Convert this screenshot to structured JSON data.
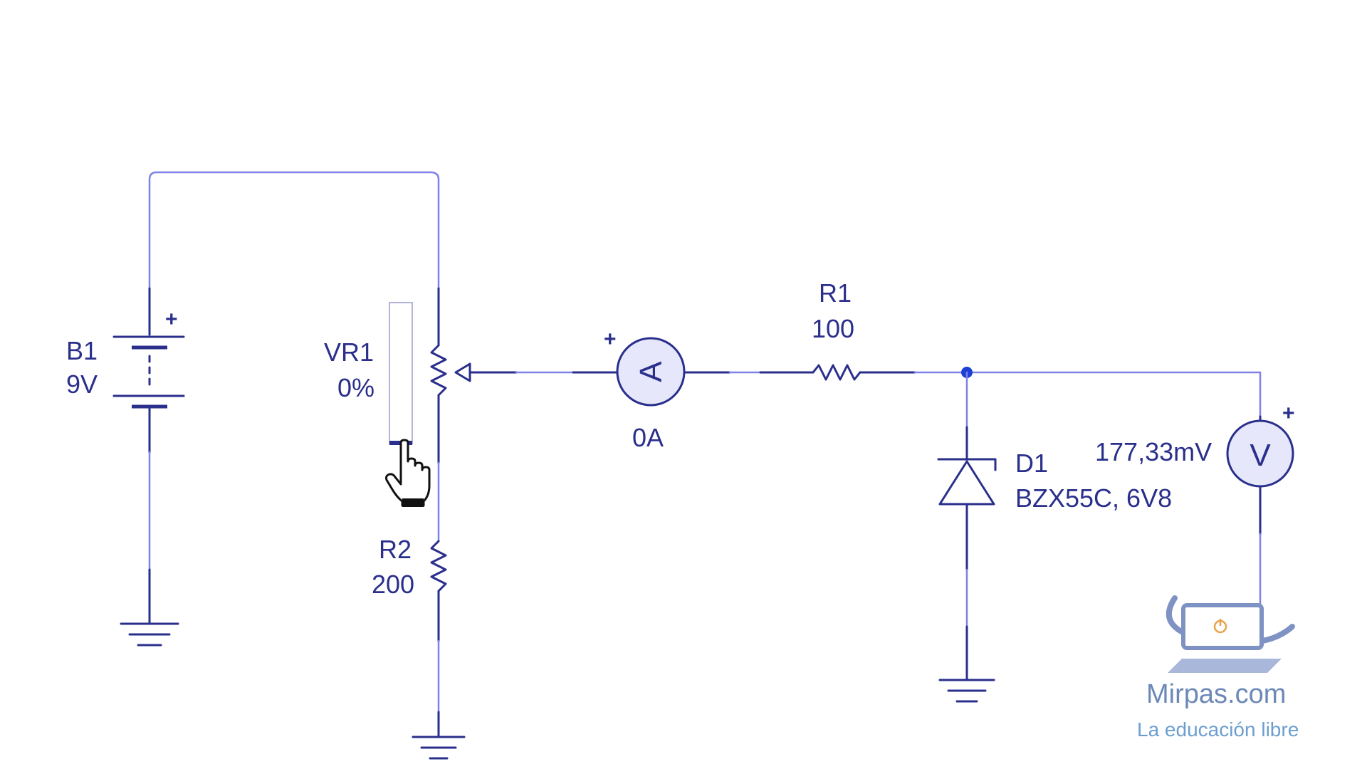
{
  "components": {
    "battery": {
      "ref": "B1",
      "value": "9V",
      "polarity": "+"
    },
    "potentiometer": {
      "ref": "VR1",
      "value": "0%"
    },
    "resistor_r2": {
      "ref": "R2",
      "value": "200"
    },
    "ammeter": {
      "symbol": "A",
      "reading": "0A",
      "polarity": "+"
    },
    "resistor_r1": {
      "ref": "R1",
      "value": "100"
    },
    "zener_diode": {
      "ref": "D1",
      "value": "BZX55C, 6V8"
    },
    "voltmeter": {
      "symbol": "V",
      "reading": "177,33mV",
      "polarity": "+"
    }
  },
  "watermark": {
    "brand": "Mirpas.com",
    "tagline": "La educación libre"
  },
  "colors": {
    "wire": "#7f82e6",
    "component": "#2a2f8c",
    "node": "#1d3fd6",
    "brand": "#6c88b8",
    "power_icon": "#e8a24a"
  },
  "cursor": {
    "icon": "hand-pointer-icon"
  }
}
